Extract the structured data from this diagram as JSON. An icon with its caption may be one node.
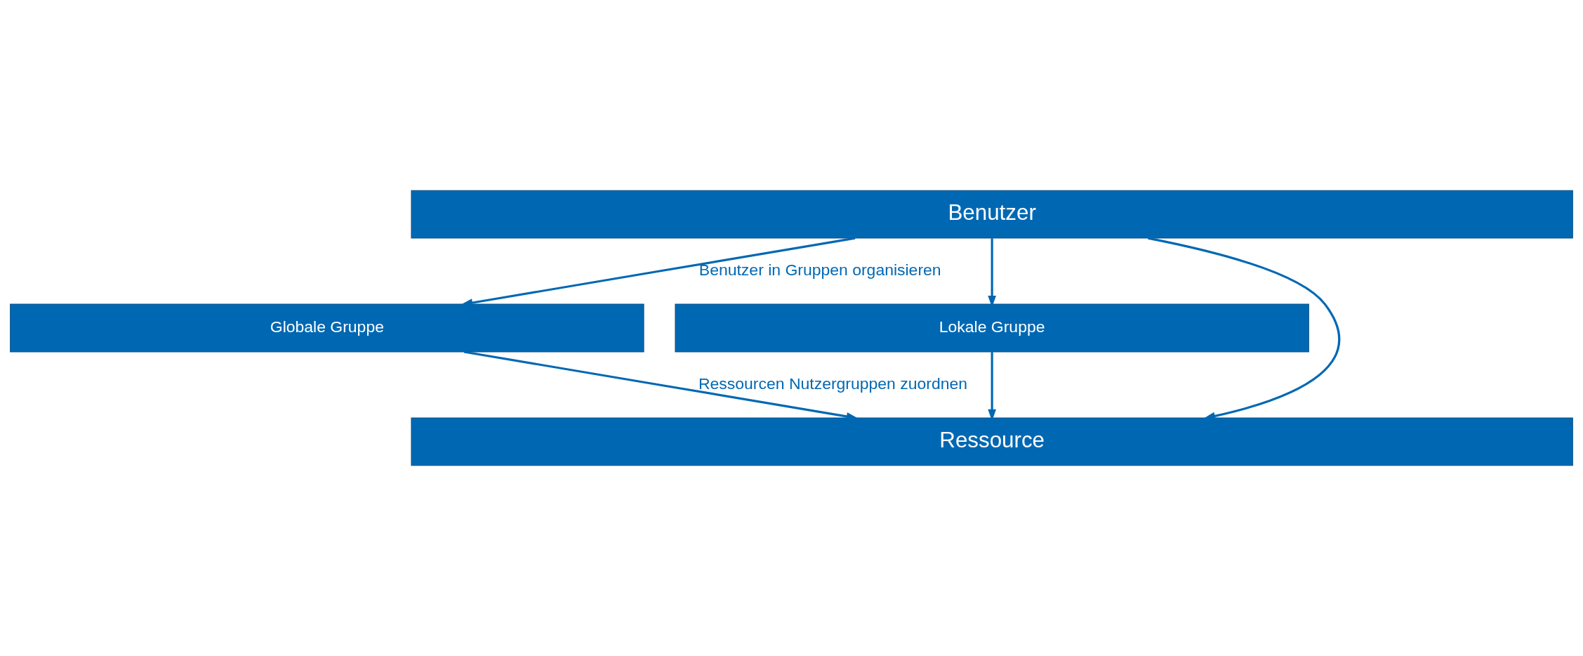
{
  "diagram": {
    "nodes": [
      {
        "text": [
          "Benutzer"
        ]
      },
      {
        "text": [
          "Globale Gruppe"
        ]
      },
      {
        "text": [
          "Lokale Gruppe"
        ]
      },
      {
        "text": [
          "Ressource"
        ]
      }
    ],
    "edges": [
      {
        "from": 0,
        "to": 3,
        "arrow": "to"
      },
      {
        "from": 0,
        "to": 1,
        "arrow": "to",
        "label": "Benutzer in Gruppen organisieren"
      },
      {
        "from": 0,
        "to": 2,
        "arrow": "to"
      },
      {
        "from": 1,
        "to": 3,
        "arrow": "to",
        "label": "Ressourcen Nutzergruppen zuordnen"
      },
      {
        "from": 2,
        "to": 3,
        "arrow": "to"
      }
    ]
  }
}
